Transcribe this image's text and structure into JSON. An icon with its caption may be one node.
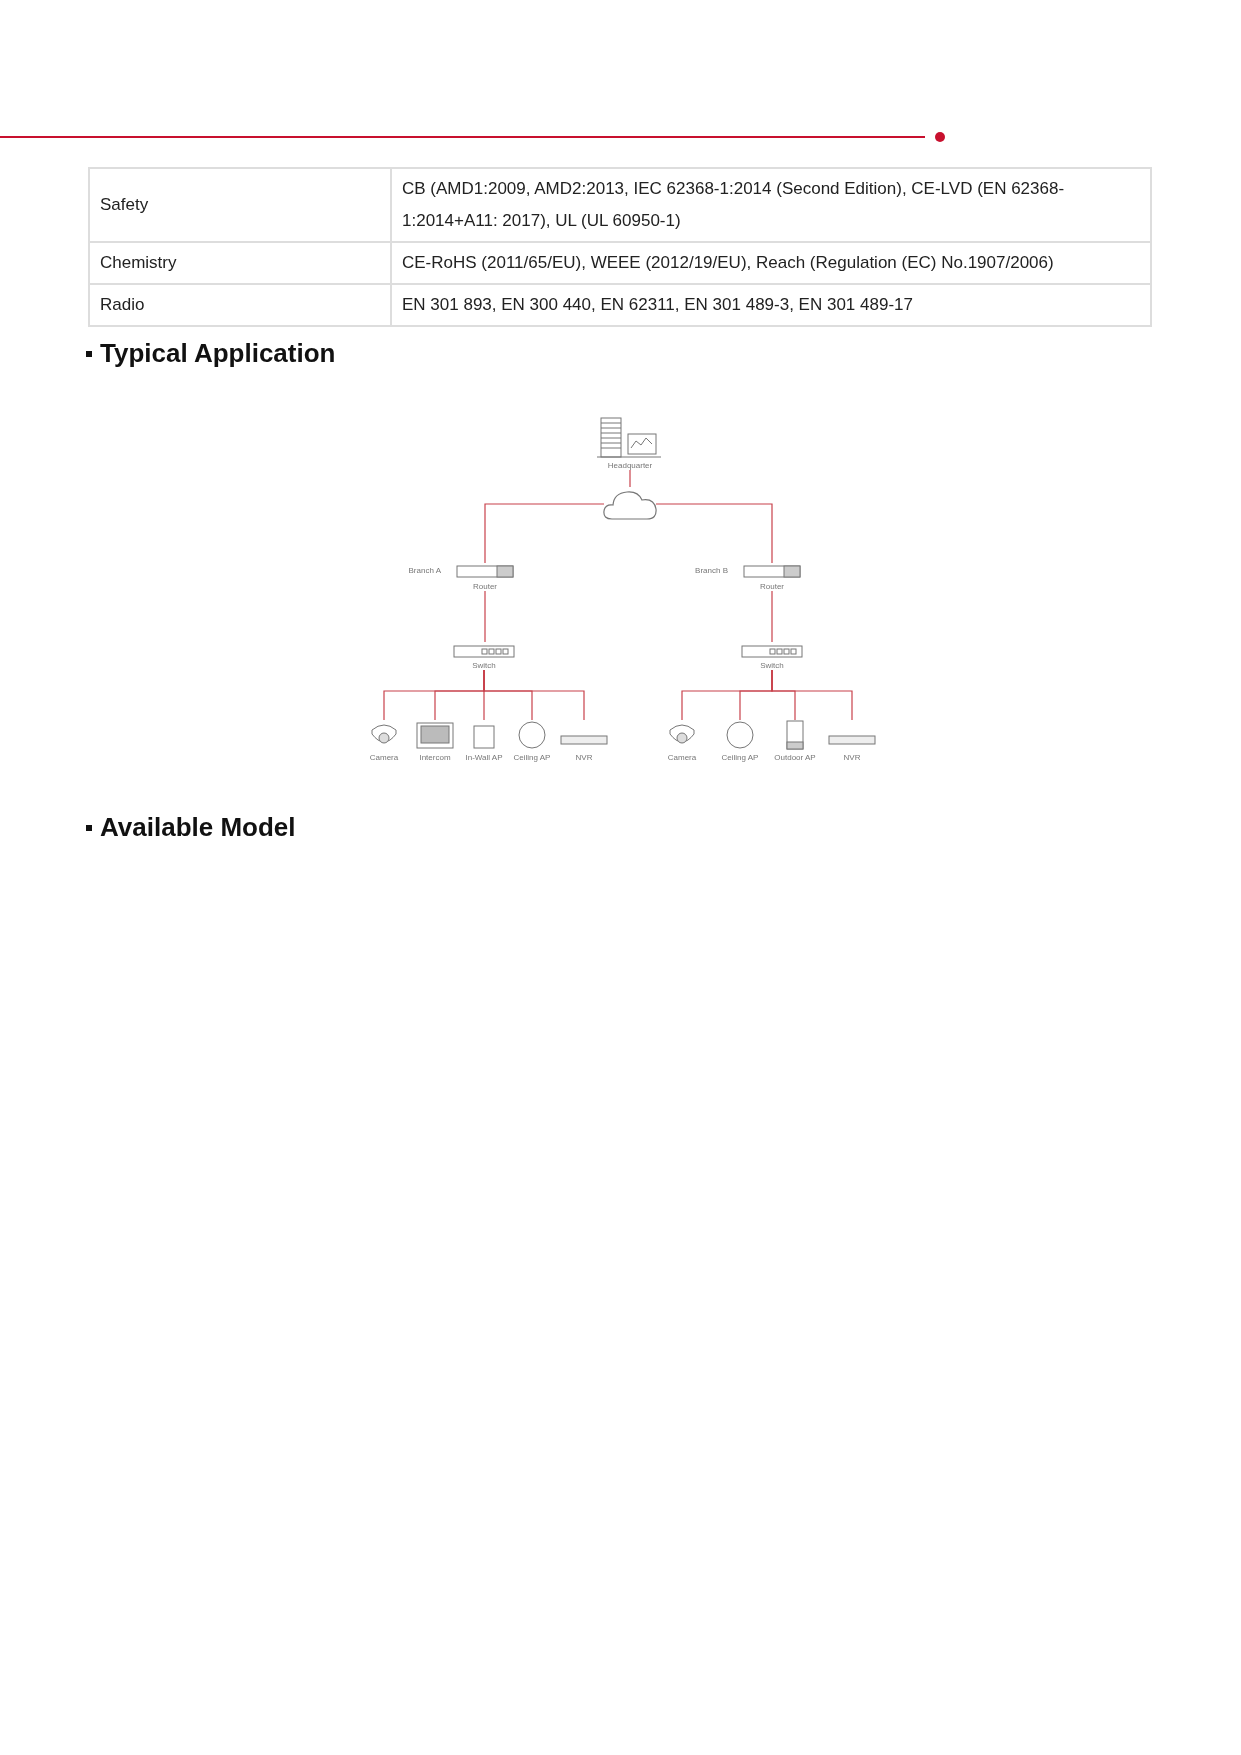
{
  "diagram": {
    "nodes": [
      {
        "text": [
          "Headquarter"
        ]
      },
      {
        "text": [],
        "shape": "cloud"
      },
      {
        "text": [
          "Router"
        ],
        "beside": [
          "Branch A"
        ]
      },
      {
        "text": [
          "Router"
        ],
        "beside": [
          "Branch B"
        ]
      },
      {
        "text": [
          "Switch"
        ]
      },
      {
        "text": [
          "Switch"
        ]
      },
      {
        "text": [
          "Camera"
        ]
      },
      {
        "text": [
          "Intercom"
        ]
      },
      {
        "text": [
          "In-Wall AP"
        ]
      },
      {
        "text": [
          "Ceiling AP"
        ]
      },
      {
        "text": [
          "NVR"
        ]
      },
      {
        "text": [
          "Camera"
        ]
      },
      {
        "text": [
          "Ceiling AP"
        ]
      },
      {
        "text": [
          "Outdoor AP"
        ]
      },
      {
        "text": [
          "NVR"
        ]
      }
    ],
    "edges": [
      {
        "from": 0,
        "to": 1,
        "arrow": "none"
      },
      {
        "from": 1,
        "to": 2,
        "arrow": "none"
      },
      {
        "from": 1,
        "to": 3,
        "arrow": "none"
      },
      {
        "from": 2,
        "to": 4,
        "arrow": "none"
      },
      {
        "from": 3,
        "to": 5,
        "arrow": "none"
      },
      {
        "from": 4,
        "to": 6,
        "arrow": "none"
      },
      {
        "from": 4,
        "to": 7,
        "arrow": "none"
      },
      {
        "from": 4,
        "to": 8,
        "arrow": "none"
      },
      {
        "from": 4,
        "to": 9,
        "arrow": "none"
      },
      {
        "from": 4,
        "to": 10,
        "arrow": "none"
      },
      {
        "from": 5,
        "to": 11,
        "arrow": "none"
      },
      {
        "from": 5,
        "to": 12,
        "arrow": "none"
      },
      {
        "from": 5,
        "to": 13,
        "arrow": "none"
      },
      {
        "from": 5,
        "to": 14,
        "arrow": "none"
      }
    ],
    "labels": [
      "Safety",
      "CB (AMD1:2009, AMD2:2013, IEC 62368-1:2014 (Second Edition), CE-LVD (EN 62368-1:2014+A11: 2017), UL (UL 60950-1)",
      "Chemistry",
      "CE-RoHS (2011/65/EU), WEEE (2012/19/EU), Reach (Regulation (EC) No.1907/2006)",
      "Radio",
      "EN 301 893, EN 300 440, EN 62311, EN 301 489-3, EN 301 489-17",
      "Typical Application",
      "Available Model"
    ]
  }
}
